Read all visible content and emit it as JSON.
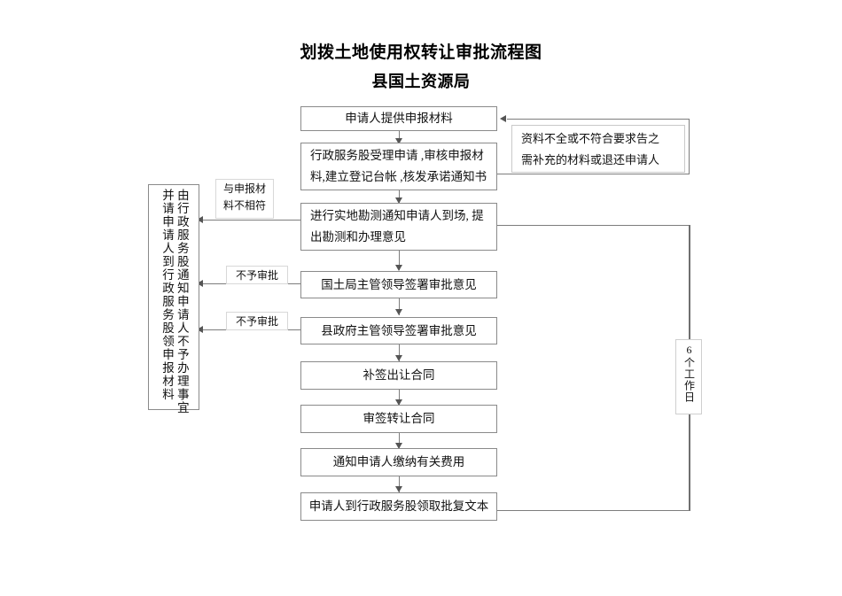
{
  "document": {
    "main_title": "划拨土地使用权转让审批流程图",
    "sub_title": "县国土资源局"
  },
  "flow": {
    "nodes": [
      {
        "id": "n1",
        "label": "申请人提供申报材料"
      },
      {
        "id": "n2",
        "line1": "行政服务股受理申请  ,审核申报材",
        "line2": "料,建立登记台帐 ,核发承诺通知书"
      },
      {
        "id": "n3",
        "line1": "进行实地勘测通知申请人到场,   提",
        "line2": "出勘测和办理意见"
      },
      {
        "id": "n4",
        "label": "国土局主管领导签署审批意见"
      },
      {
        "id": "n5",
        "label": "县政府主管领导签署审批意见"
      },
      {
        "id": "n6",
        "label": "补签出让合同"
      },
      {
        "id": "n7",
        "label": "审签转让合同"
      },
      {
        "id": "n8",
        "label": "通知申请人缴纳有关费用"
      },
      {
        "id": "n9",
        "label": "申请人到行政服务股领取批复文本"
      }
    ],
    "note_right": {
      "line1": "资料不全或不符合要求告之",
      "line2": "需补充的材料或退还申请人"
    },
    "reject_box": {
      "column_right": "由行政服务股通知申请人不予办理事宜",
      "column_left": "并请申请人到行政服务股领申报材料"
    },
    "duration_label": "6个工作日",
    "edge_labels": [
      {
        "id": "e1",
        "line1": "与申报材",
        "line2": "料不相符"
      },
      {
        "id": "e2",
        "text": "不予审批"
      },
      {
        "id": "e3",
        "text": "不予审批"
      }
    ]
  },
  "colors": {
    "box_border": "#8a8a8a",
    "line": "#7d7d7d",
    "text": "#111111",
    "background": "#ffffff"
  }
}
